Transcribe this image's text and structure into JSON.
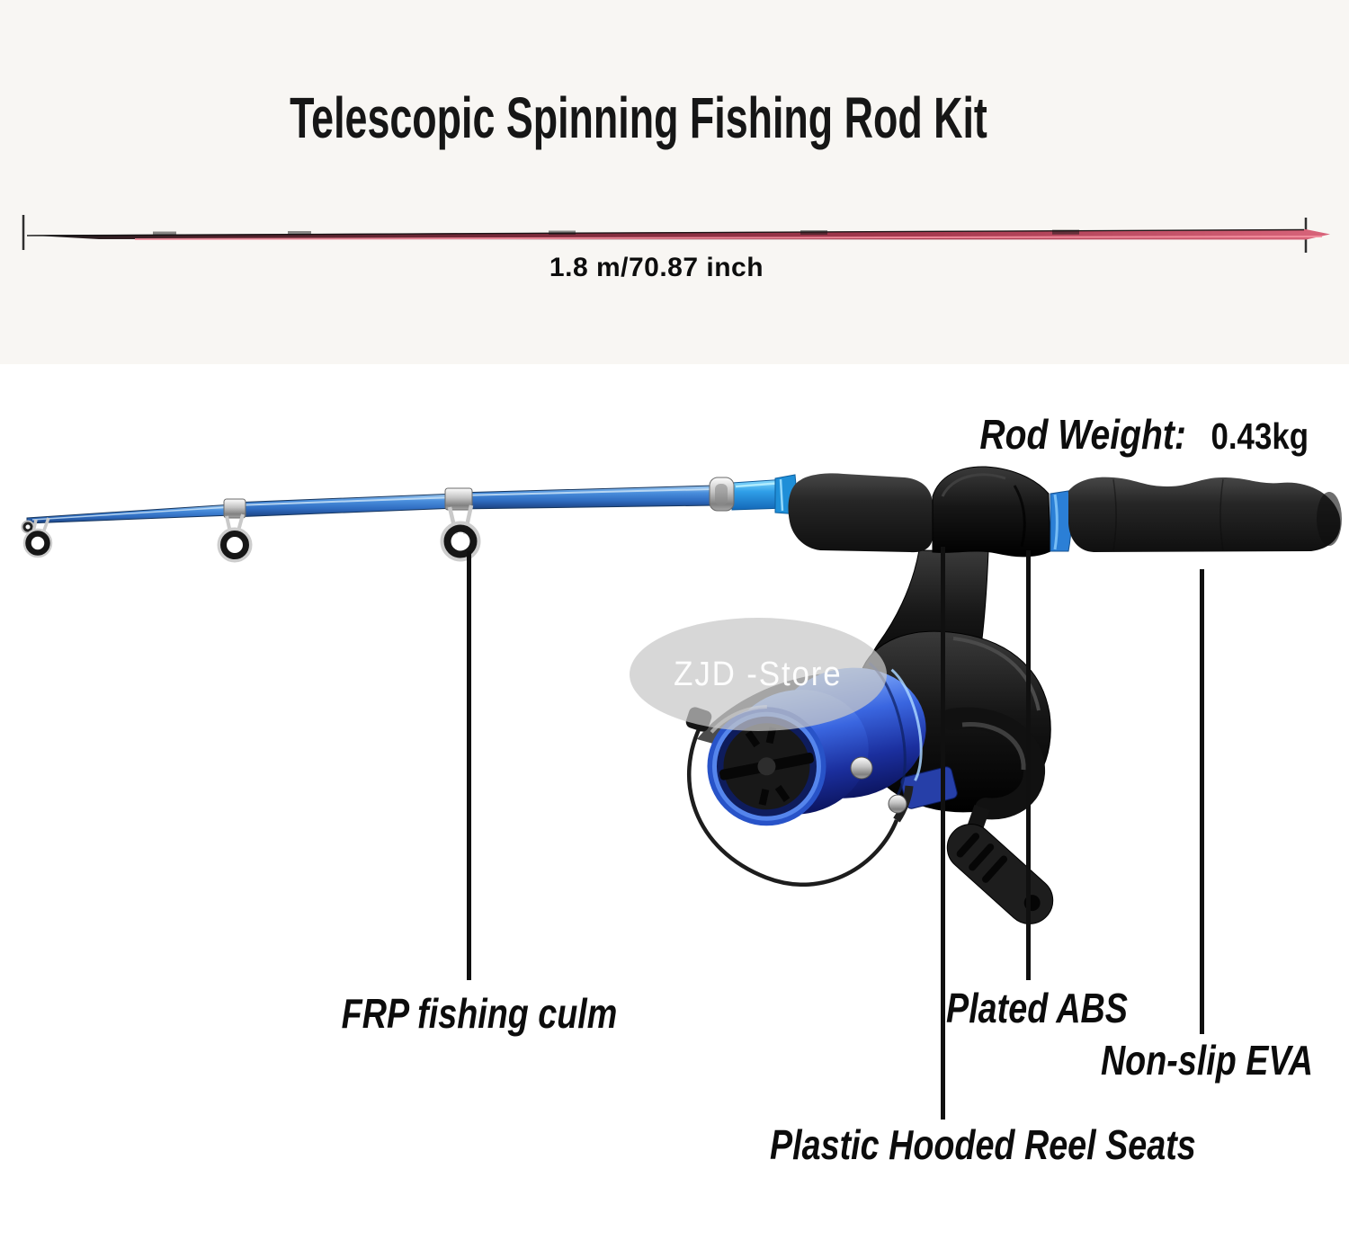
{
  "header": {
    "title": "Telescopic Spinning Fishing Rod Kit"
  },
  "length_figure": {
    "measurement": "1.8 m/70.87 inch"
  },
  "weight": {
    "label": "Rod Weight:",
    "value": "0.43kg"
  },
  "watermark": {
    "text": "ZJD -Store"
  },
  "callouts": {
    "frp": {
      "label": "FRP fishing culm"
    },
    "plated_abs": {
      "label": "Plated ABS"
    },
    "non_slip_eva": {
      "label": "Non-slip EVA"
    },
    "reel_seats": {
      "label": "Plastic Hooded Reel Seats"
    }
  },
  "colors": {
    "band_background": "#f8f6f3",
    "page_background": "#ffffff",
    "text": "#111111",
    "rod_blue": "#3e82d8",
    "rod_butt_blue": "#2aa0e8",
    "spool_blue": "#2853c8",
    "accent_blue": "#2b7fd6",
    "extended_rod_red": "#a83a50",
    "watermark_gray": "#c7c7c7"
  }
}
